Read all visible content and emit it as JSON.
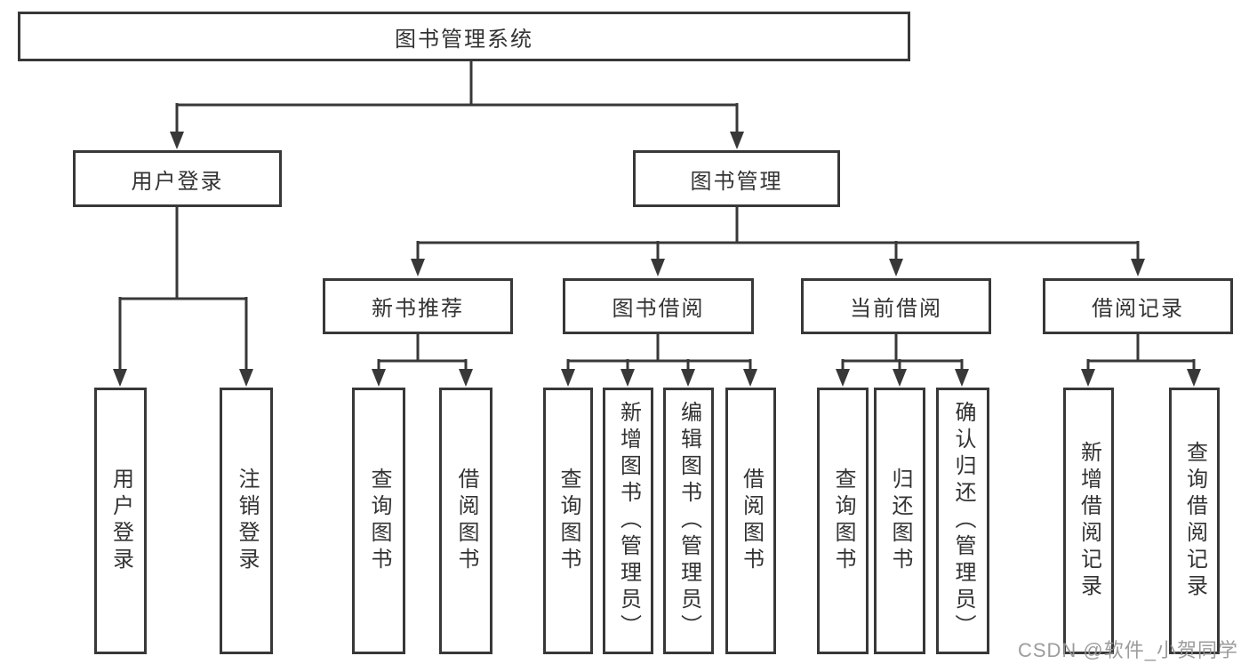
{
  "colors": {
    "line": "#383838",
    "box_border": "#383838",
    "text": "#333333",
    "background": "#ffffff",
    "watermark": "#949494"
  },
  "watermark": "CSDN @软件_小贺同学",
  "tree": {
    "label": "图书管理系统",
    "children": [
      {
        "label": "用户登录",
        "children": [
          {
            "label": "用户登录"
          },
          {
            "label": "注销登录"
          }
        ]
      },
      {
        "label": "图书管理",
        "children": [
          {
            "label": "新书推荐",
            "children": [
              {
                "label": "查询图书"
              },
              {
                "label": "借阅图书"
              }
            ]
          },
          {
            "label": "图书借阅",
            "children": [
              {
                "label": "查询图书"
              },
              {
                "label": "新增图书（管理员）"
              },
              {
                "label": "编辑图书（管理员）"
              },
              {
                "label": "借阅图书"
              }
            ]
          },
          {
            "label": "当前借阅",
            "children": [
              {
                "label": "查询图书"
              },
              {
                "label": "归还图书"
              },
              {
                "label": "确认归还（管理员）"
              }
            ]
          },
          {
            "label": "借阅记录",
            "children": [
              {
                "label": "新增借阅记录"
              },
              {
                "label": "查询借阅记录"
              }
            ]
          }
        ]
      }
    ]
  }
}
